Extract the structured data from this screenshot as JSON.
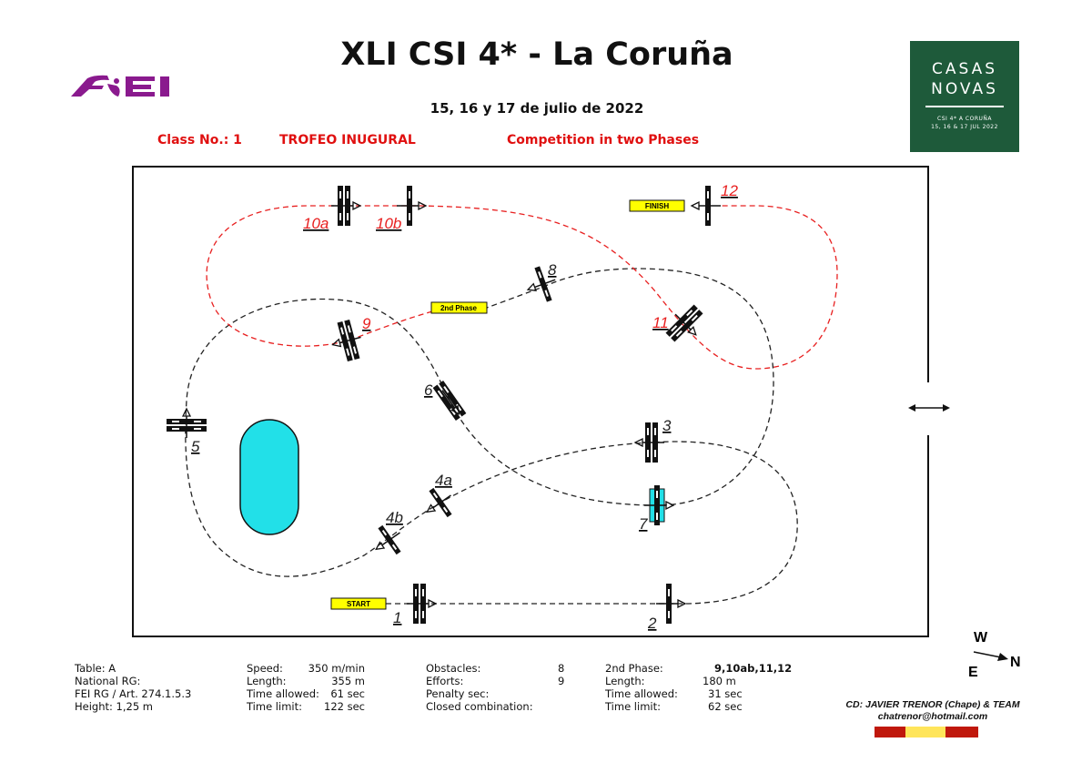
{
  "header": {
    "title": "XLI CSI 4* - La Coruña",
    "date": "15, 16 y 17 de julio de 2022",
    "class_no": "Class No.: 1",
    "class_name": "TROFEO INUGURAL",
    "competition": "Competition in two Phases"
  },
  "logos": {
    "fei": "FEI",
    "casas_novas": {
      "line1": "CASAS",
      "line2": "NOVAS",
      "sub1": "CSI 4*   A CORUÑA",
      "sub2": "15, 16 & 17 JUL 2022"
    }
  },
  "course": {
    "start_label": "START",
    "finish_label": "FINISH",
    "phase2_label": "2nd Phase",
    "obstacles": [
      "1",
      "2",
      "3",
      "4a",
      "4b",
      "5",
      "6",
      "7",
      "8",
      "9",
      "10a",
      "10b",
      "11",
      "12"
    ],
    "colors": {
      "phase1": "#222222",
      "phase2": "#e82020",
      "water": "#22e0e8",
      "box": "#ffff00"
    }
  },
  "compass": {
    "w": "W",
    "n": "N",
    "e": "E"
  },
  "info": {
    "col1": [
      "Table: A",
      "National RG:",
      "FEI RG / Art. 274.1.5.3",
      "Height: 1,25 m"
    ],
    "col2": [
      {
        "label": "Speed:",
        "value": "350 m/min"
      },
      {
        "label": "Length:",
        "value": "355 m"
      },
      {
        "label": "Time allowed:",
        "value": "61 sec"
      },
      {
        "label": "Time limit:",
        "value": "122 sec"
      }
    ],
    "col3": [
      {
        "label": "Obstacles:",
        "value": "8"
      },
      {
        "label": "Efforts:",
        "value": "9"
      },
      {
        "label": "Penalty sec:",
        "value": ""
      },
      {
        "label": "Closed combination:",
        "value": ""
      }
    ],
    "col4": [
      {
        "label": "2nd Phase:",
        "value": "9,10ab,11,12"
      },
      {
        "label": "Length:",
        "value": "180 m"
      },
      {
        "label": "Time allowed:",
        "value": "31 sec"
      },
      {
        "label": "Time limit:",
        "value": "62 sec"
      }
    ]
  },
  "designer": {
    "name": "CD: JAVIER TRENOR (Chape) & TEAM",
    "email": "chatrenor@hotmail.com"
  }
}
